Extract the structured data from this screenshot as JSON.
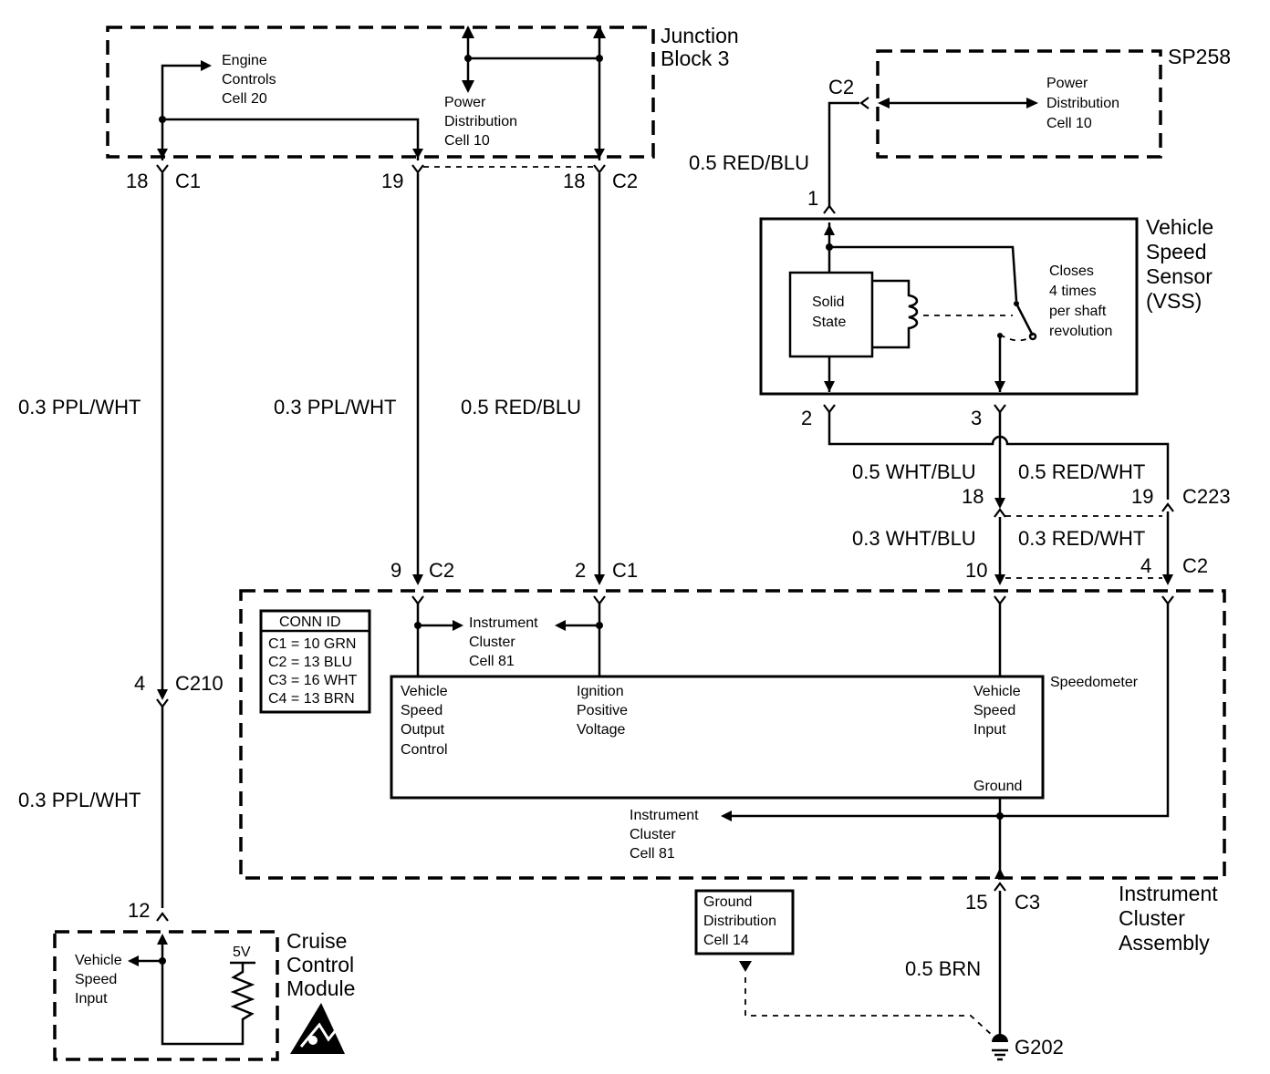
{
  "junction_block": {
    "title_line1": "Junction",
    "title_line2": "Block 3"
  },
  "engine_controls": {
    "line1": "Engine",
    "line2": "Controls",
    "line3": "Cell 20"
  },
  "power_dist_jb": {
    "line1": "Power",
    "line2": "Distribution",
    "line3": "Cell 10"
  },
  "sp258": {
    "title": "SP258",
    "line1": "Power",
    "line2": "Distribution",
    "line3": "Cell 10"
  },
  "vss": {
    "title_line1": "Vehicle",
    "title_line2": "Speed",
    "title_line3": "Sensor",
    "title_line4": "(VSS)",
    "solid_line1": "Solid",
    "solid_line2": "State",
    "note_line1": "Closes",
    "note_line2": "4 times",
    "note_line3": "per shaft",
    "note_line4": "revolution"
  },
  "pins": {
    "jb_c1_pin": "18",
    "jb_c1": "C1",
    "jb_19": "19",
    "jb_c2_pin": "18",
    "jb_c2": "C2",
    "sp_c2": "C2",
    "vss_1": "1",
    "vss_2": "2",
    "vss_3": "3",
    "c223_18": "18",
    "c223_19": "19",
    "c223": "C223",
    "ic_9": "9",
    "ic_9c": "C2",
    "ic_2": "2",
    "ic_2c": "C1",
    "ic_10": "10",
    "ic_4": "4",
    "ic_4c": "C2",
    "c210_4": "4",
    "c210": "C210",
    "ccm_12": "12",
    "c3_15": "15",
    "c3": "C3"
  },
  "wires": {
    "red_blu_sp": "0.5 RED/BLU",
    "ppl_wht_left": "0.3 PPL/WHT",
    "ppl_wht_mid": "0.3 PPL/WHT",
    "red_blu_mid": "0.5 RED/BLU",
    "wht_blu_05": "0.5 WHT/BLU",
    "red_wht_05": "0.5 RED/WHT",
    "wht_blu_03": "0.3 WHT/BLU",
    "red_wht_03": "0.3 RED/WHT",
    "ppl_wht_low": "0.3 PPL/WHT",
    "brn": "0.5 BRN"
  },
  "conn_id": {
    "title": "CONN ID",
    "rows": [
      "C1 = 10 GRN",
      "C2 = 13 BLU",
      "C3 = 16 WHT",
      "C4 = 13 BRN"
    ]
  },
  "ic_cell_top": {
    "line1": "Instrument",
    "line2": "Cluster",
    "line3": "Cell 81"
  },
  "ic_cell_bottom": {
    "line1": "Instrument",
    "line2": "Cluster",
    "line3": "Cell 81"
  },
  "speedo": {
    "title": "Speedometer",
    "vso_line1": "Vehicle",
    "vso_line2": "Speed",
    "vso_line3": "Output",
    "vso_line4": "Control",
    "ign_line1": "Ignition",
    "ign_line2": "Positive",
    "ign_line3": "Voltage",
    "vsi_line1": "Vehicle",
    "vsi_line2": "Speed",
    "vsi_line3": "Input",
    "ground": "Ground"
  },
  "ic_assembly": {
    "line1": "Instrument",
    "line2": "Cluster",
    "line3": "Assembly"
  },
  "ground_dist": {
    "line1": "Ground",
    "line2": "Distribution",
    "line3": "Cell 14"
  },
  "g202": "G202",
  "ccm": {
    "title_line1": "Cruise",
    "title_line2": "Control",
    "title_line3": "Module",
    "vsi_line1": "Vehicle",
    "vsi_line2": "Speed",
    "vsi_line3": "Input",
    "voltage": "5V"
  }
}
